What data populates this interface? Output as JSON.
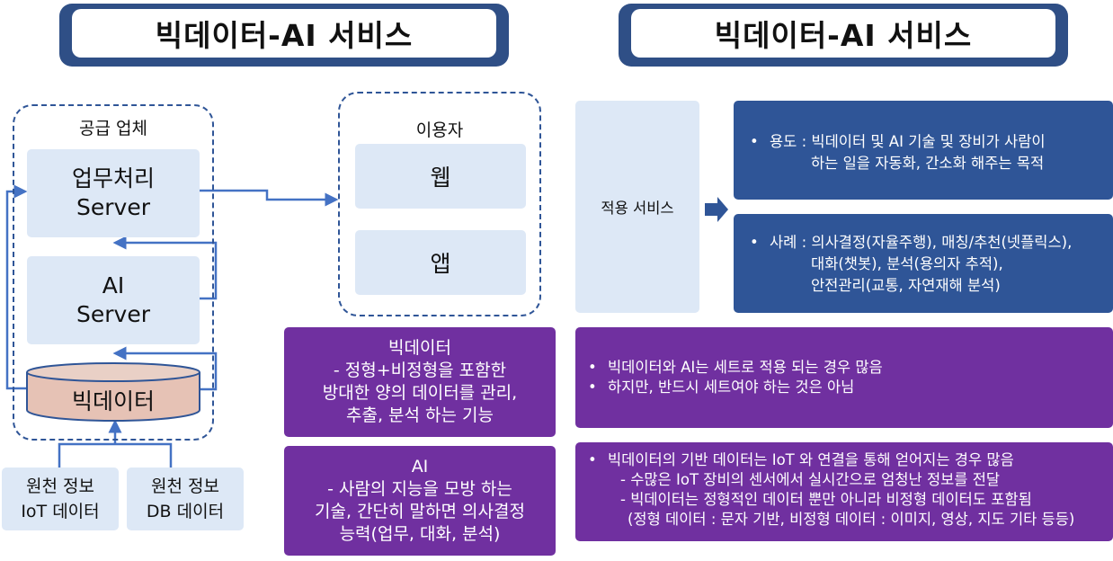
{
  "left_title": "빅데이터-AI 서비스",
  "right_title": "빅데이터-AI 서비스",
  "supplier": {
    "label": "공급 업체",
    "server1": [
      "업무처리",
      "Server"
    ],
    "server2": [
      "AI",
      "Server"
    ],
    "db": "빅데이터"
  },
  "sources": [
    [
      "원천 정보",
      "IoT 데이터"
    ],
    [
      "원천 정보",
      "DB 데이터"
    ]
  ],
  "user": {
    "label": "이용자",
    "web": "웹",
    "app": "앱"
  },
  "bigdata_box": [
    "빅데이터",
    "- 정형+비정형을 포함한",
    "방대한 양의 데이터를 관리,",
    "추출, 분석 하는 기능"
  ],
  "ai_box": [
    "AI",
    "- 사람의 지능을 모방 하는",
    "기술, 간단히 말하면 의사결정",
    "능력(업무, 대화, 분석)"
  ],
  "service": {
    "label": "적용 서비스",
    "usage": [
      "용도 : 빅데이터 및 AI 기술 및 장비가 사람이",
      "하는 일을 자동화, 간소화 해주는 목적"
    ],
    "cases": [
      "사례 : 의사결정(자율주행), 매칭/추천(넷플릭스),",
      "대화(챗봇), 분석(용의자 추적),",
      "안전관리(교통, 자연재해 분석)"
    ]
  },
  "note1": [
    "빅데이터와 AI는 세트로 적용 되는 경우 많음",
    "하지만, 반드시 세트여야 하는 것은 아님"
  ],
  "note2": {
    "main": "빅데이터의 기반 데이터는 IoT 와 연결을 통해 얻어지는 경우 많음",
    "sub1": "- 수많은 IoT 장비의 센서에서 실시간으로 엄청난 정보를 전달",
    "sub2": "- 빅데이터는 정형적인 데이터 뿐만 아니라 비정형 데이터도 포함됨",
    "sub3": "(정형 데이터 : 문자 기반, 비정형 데이터 : 이미지, 영상, 지도 기타 등등)"
  },
  "colors": {
    "navy": "#2f5597",
    "purple": "#7030a0",
    "light_blue": "#dde8f6",
    "db_fill": "#e6c2b5",
    "banner": "#2f4f86"
  }
}
